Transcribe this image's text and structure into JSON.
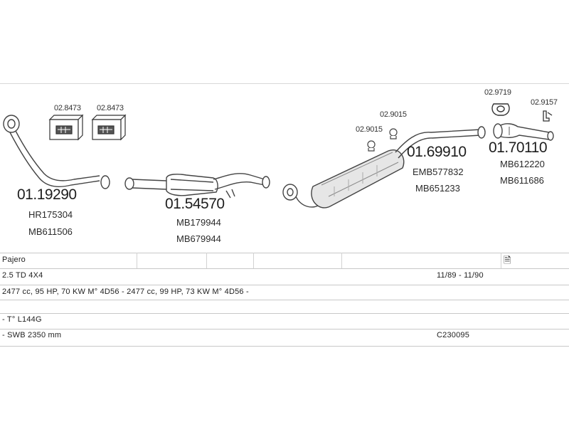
{
  "parts": {
    "p1": {
      "code": "01.19290",
      "refs": [
        "HR175304",
        "MB611506"
      ]
    },
    "p2": {
      "code": "01.54570",
      "refs": [
        "MB179944",
        "MB679944"
      ]
    },
    "p3": {
      "code": "01.69910",
      "refs": [
        "EMB577832",
        "MB651233"
      ]
    },
    "p4": {
      "code": "01.70110",
      "refs": [
        "MB612220",
        "MB611686"
      ]
    }
  },
  "accessories": {
    "kit1": "02.8473",
    "kit2": "02.8473",
    "clamp1": "02.9015",
    "clamp2": "02.9015",
    "gasket": "02.9719",
    "bracket": "02.9157"
  },
  "vehicle": {
    "model": "Pajero",
    "engine": "2.5 TD 4X4",
    "years": "11/89 - 11/90",
    "spec": "2477 cc, 95 HP, 70 KW M° 4D56 - 2477 cc, 99 HP, 73 KW M° 4D56 -",
    "type": "- T° L144G",
    "wheelbase": "- SWB 2350 mm",
    "catalog": "C230095"
  }
}
